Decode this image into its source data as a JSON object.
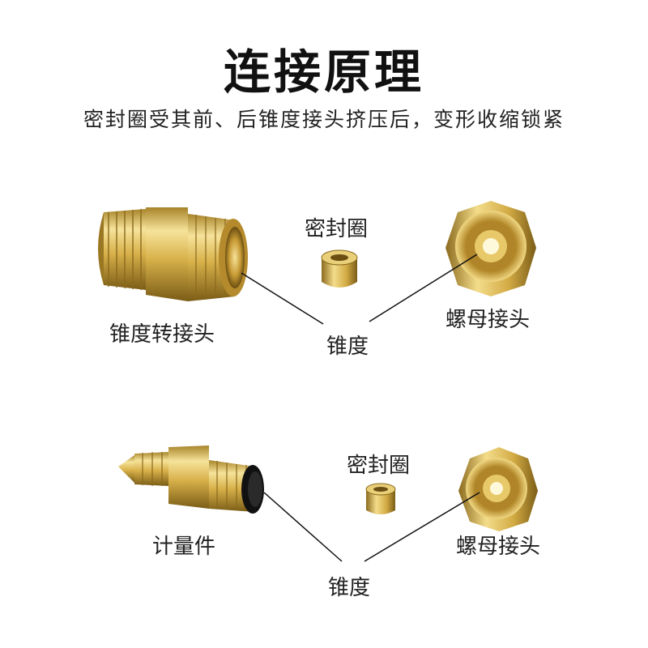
{
  "page": {
    "title": "连接原理",
    "subtitle": "密封圈受其前、后锥度接头挤压后，变形收缩锁紧"
  },
  "top_group": {
    "adapter_label": "锥度转接头",
    "seal_label": "密封圈",
    "nut_label": "螺母接头",
    "taper_label": "锥度"
  },
  "bottom_group": {
    "meter_label": "计量件",
    "seal_label": "密封圈",
    "nut_label": "螺母接头",
    "taper_label": "锥度"
  },
  "colors": {
    "brass_light": "#f3dc8a",
    "brass_mid": "#d9b24a",
    "brass_dark": "#8a6a1c",
    "rubber": "#111111"
  }
}
